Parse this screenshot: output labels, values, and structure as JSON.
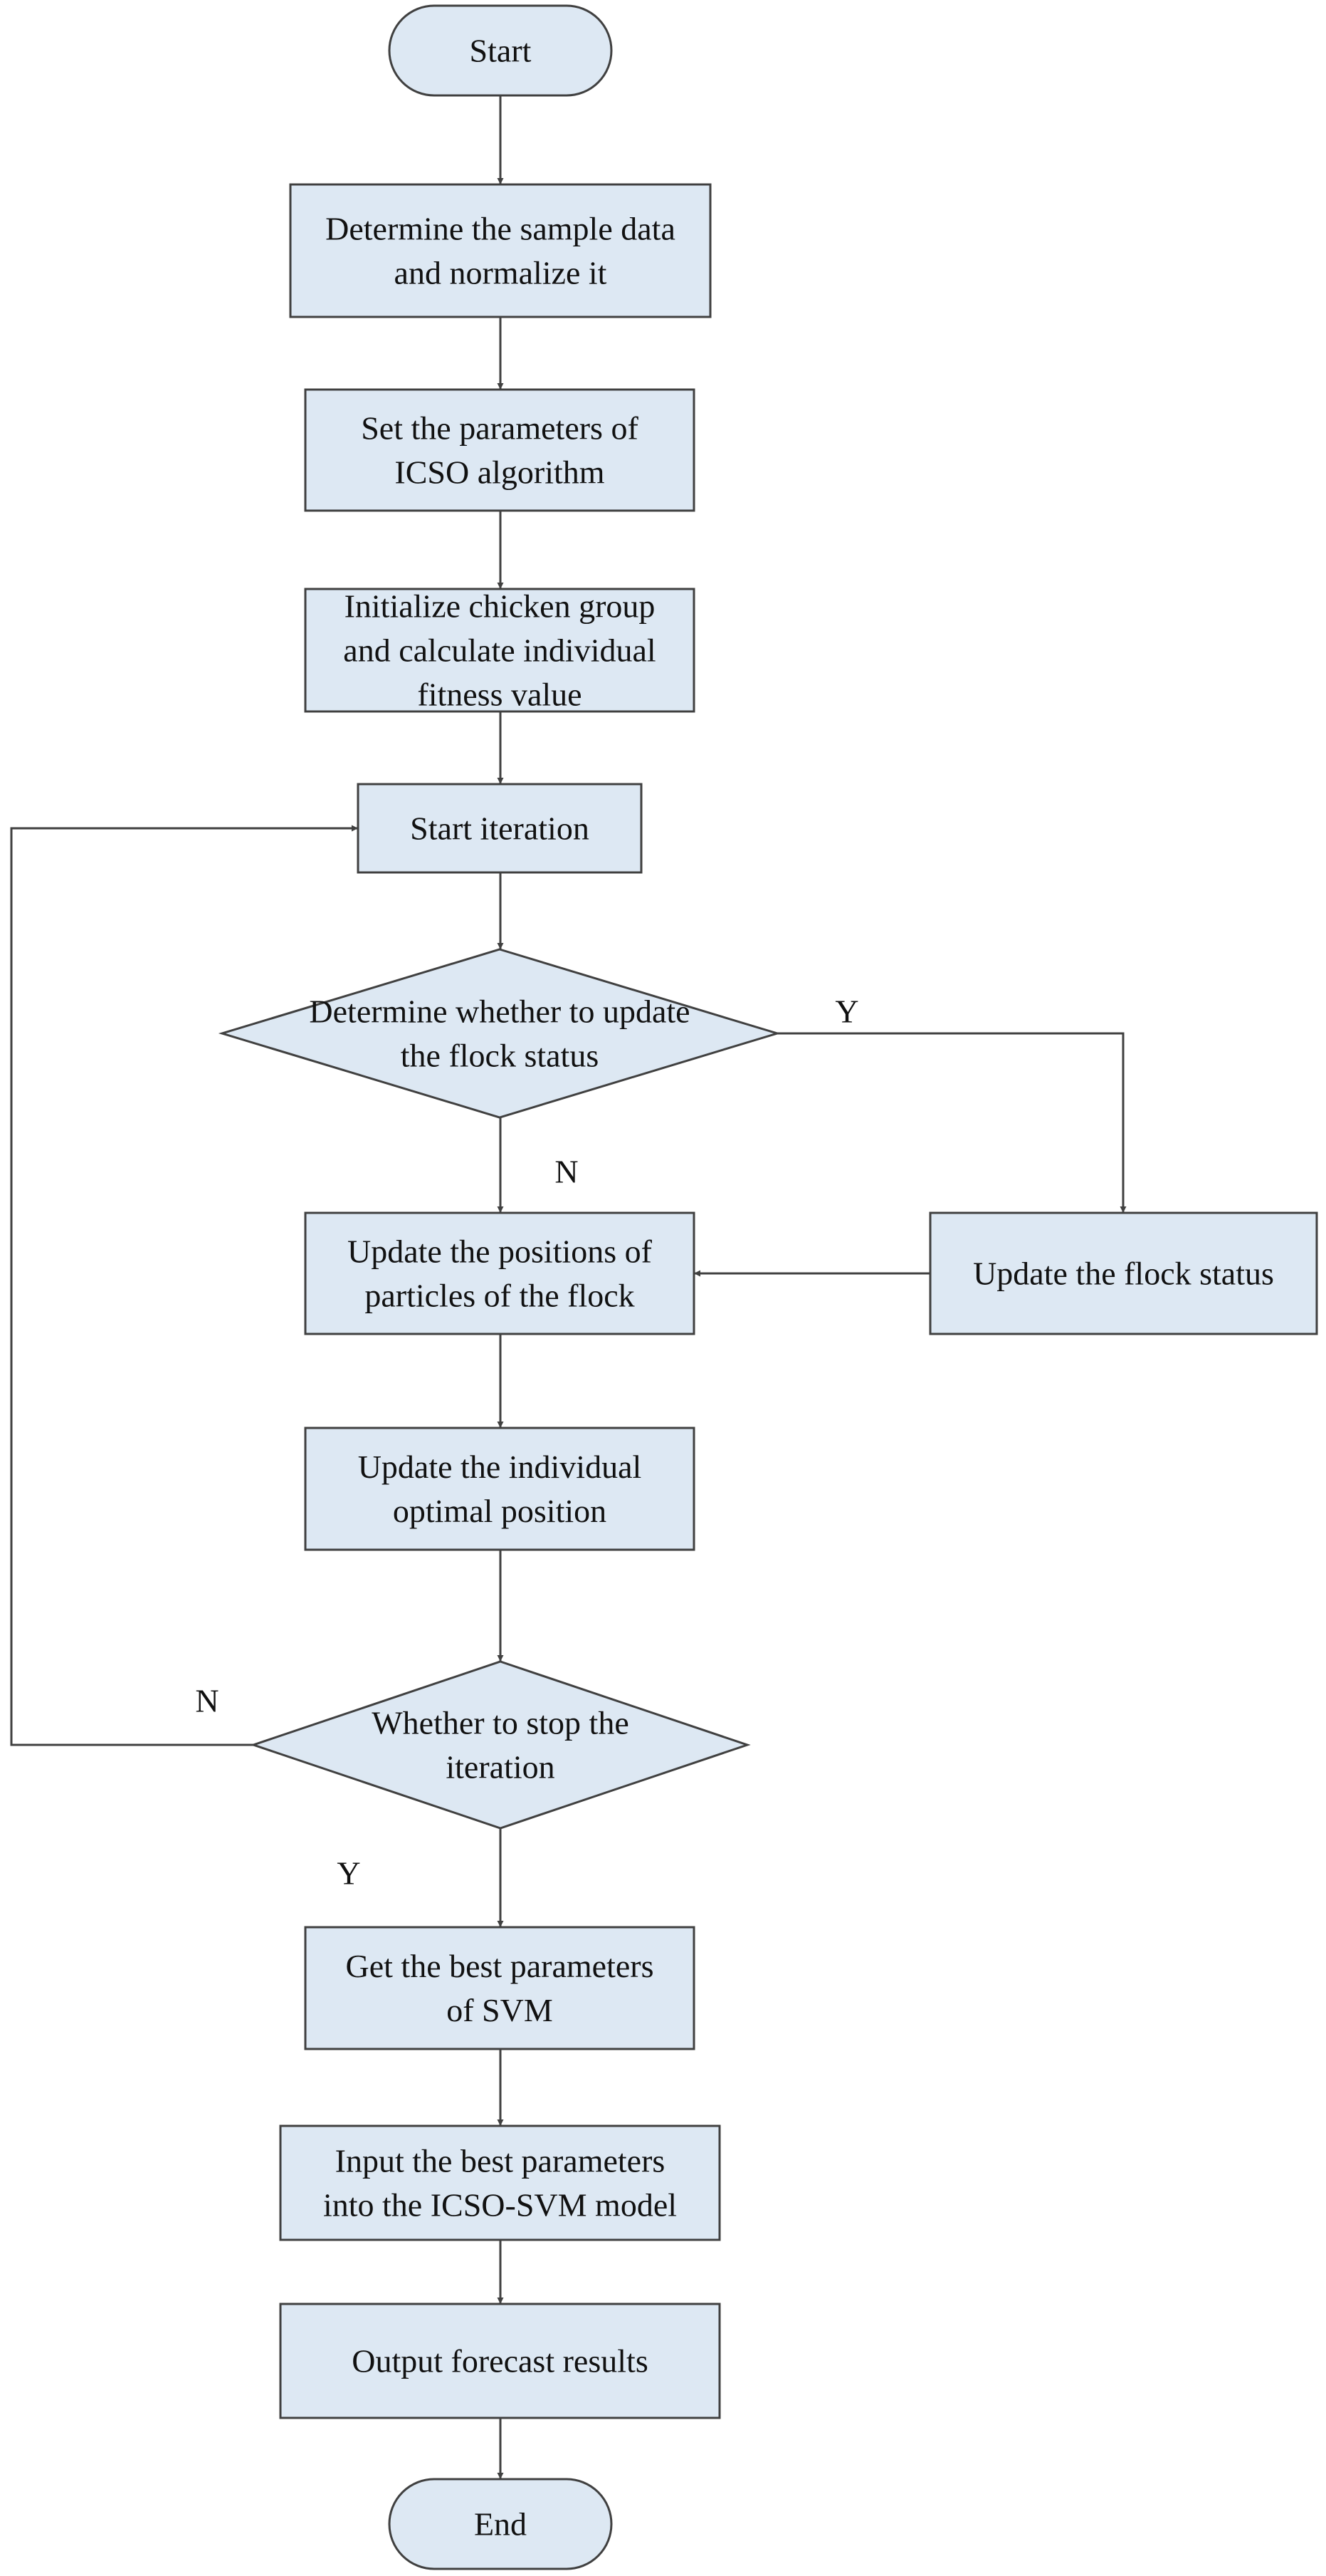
{
  "diagram": {
    "nodes": [
      {
        "id": "start",
        "shape": "terminal",
        "lines": [
          "Start"
        ]
      },
      {
        "id": "normalize",
        "shape": "process",
        "lines": [
          "Determine the sample data",
          "and normalize it"
        ]
      },
      {
        "id": "params",
        "shape": "process",
        "lines": [
          "Set the parameters of",
          "ICSO algorithm"
        ]
      },
      {
        "id": "init",
        "shape": "process",
        "lines": [
          "Initialize chicken group",
          "and calculate individual",
          "fitness value"
        ]
      },
      {
        "id": "iter",
        "shape": "process",
        "lines": [
          "Start iteration"
        ]
      },
      {
        "id": "d1",
        "shape": "decision",
        "lines": [
          "Determine whether to update",
          "the flock status"
        ]
      },
      {
        "id": "upd_pos",
        "shape": "process",
        "lines": [
          "Update the positions of",
          "particles of the flock"
        ]
      },
      {
        "id": "upd_status",
        "shape": "process",
        "lines": [
          "Update the flock status"
        ]
      },
      {
        "id": "upd_ind",
        "shape": "process",
        "lines": [
          "Update the individual",
          "optimal position"
        ]
      },
      {
        "id": "d2",
        "shape": "decision",
        "lines": [
          "Whether to stop the",
          "iteration"
        ]
      },
      {
        "id": "best",
        "shape": "process",
        "lines": [
          "Get the best parameters",
          "of SVM"
        ]
      },
      {
        "id": "input",
        "shape": "process",
        "lines": [
          "Input the best parameters",
          "into the ICSO-SVM model"
        ]
      },
      {
        "id": "output",
        "shape": "process",
        "lines": [
          "Output forecast results"
        ]
      },
      {
        "id": "end",
        "shape": "terminal",
        "lines": [
          "End"
        ]
      }
    ],
    "edges": [
      {
        "from": "start",
        "to": "normalize",
        "label": ""
      },
      {
        "from": "normalize",
        "to": "params",
        "label": ""
      },
      {
        "from": "params",
        "to": "init",
        "label": ""
      },
      {
        "from": "init",
        "to": "iter",
        "label": ""
      },
      {
        "from": "iter",
        "to": "d1",
        "label": ""
      },
      {
        "from": "d1",
        "to": "upd_status",
        "label": "Y"
      },
      {
        "from": "d1",
        "to": "upd_pos",
        "label": "N"
      },
      {
        "from": "upd_status",
        "to": "upd_pos",
        "label": ""
      },
      {
        "from": "upd_pos",
        "to": "upd_ind",
        "label": ""
      },
      {
        "from": "upd_ind",
        "to": "d2",
        "label": ""
      },
      {
        "from": "d2",
        "to": "iter",
        "label": "N"
      },
      {
        "from": "d2",
        "to": "best",
        "label": "Y"
      },
      {
        "from": "best",
        "to": "input",
        "label": ""
      },
      {
        "from": "input",
        "to": "output",
        "label": ""
      },
      {
        "from": "output",
        "to": "end",
        "label": ""
      }
    ]
  },
  "colors": {
    "node_fill": "#dde8f3",
    "stroke": "#404040",
    "text": "#111111"
  }
}
